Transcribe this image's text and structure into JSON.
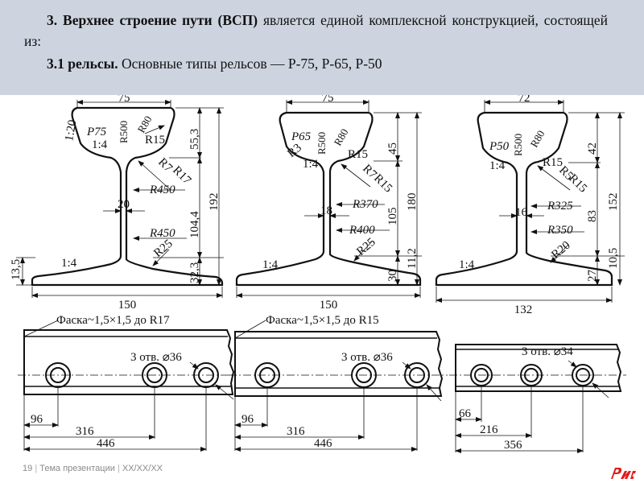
{
  "slide": {
    "intro_bold": "3. Верхнее строение пути (ВСП)",
    "intro_rest": " является единой комплексной конструкцией, состоящей из:",
    "item_bold": "3.1 рельсы.",
    "item_rest": " Основные типы рельсов — Р-75, Р-65, Р-50"
  },
  "rails": [
    {
      "type_label": "P75",
      "head_width": "75",
      "base_width": "150",
      "height": "192",
      "head_height": "55,3",
      "web_height": "104,4",
      "foot_height": "32,3",
      "web_thickness": "20",
      "head_radius": "R500",
      "corner_radius_top": "R80",
      "corner_radius_side": "R15",
      "fillet_a": "R7",
      "fillet_b": "R17",
      "web_radius_upper": "R450",
      "web_radius_lower": "R450",
      "foot_fillet": "R25",
      "head_slope": "1:4",
      "base_slope": "1:4",
      "top_slope": "1:20",
      "edge_height": "13,5"
    },
    {
      "type_label": "P65",
      "head_width": "75",
      "base_width": "150",
      "height": "180",
      "head_height": "45",
      "web_height": "105",
      "foot_height": "30",
      "foot_edge": "11,2",
      "web_thickness": "18",
      "head_radius": "R500",
      "corner_radius_top": "R80",
      "corner_radius_side": "R15",
      "small_radius": "R3",
      "fillet_a": "R7",
      "fillet_b": "R15",
      "web_radius_upper": "R370",
      "web_radius_lower": "R400",
      "foot_fillet": "R25",
      "head_slope": "1:4",
      "base_slope": "1:4"
    },
    {
      "type_label": "P50",
      "head_width": "72",
      "base_width": "132",
      "height": "152",
      "head_height": "42",
      "web_height": "83",
      "foot_height": "27",
      "foot_edge": "10,5",
      "web_thickness": "16",
      "head_radius": "R500",
      "corner_radius_top": "R80",
      "corner_radius_side": "R15",
      "fillet_a": "R5",
      "fillet_b": "R15",
      "web_radius_upper": "R325",
      "web_radius_lower": "R350",
      "foot_fillet": "R20",
      "head_slope": "1:4",
      "base_slope": "1:4"
    }
  ],
  "rail_ends": [
    {
      "chamfer_note": "Фаска~1,5×1,5 до R17",
      "holes_note": "3 отв. ⌀36",
      "dim_first": "96",
      "dim_second": "316",
      "dim_third": "446"
    },
    {
      "chamfer_note": "Фаска~1,5×1,5 до R15",
      "holes_note": "3 отв. ⌀36",
      "dim_first": "96",
      "dim_second": "316",
      "dim_third": "446"
    },
    {
      "chamfer_note": "",
      "holes_note": "3 отв. ⌀34",
      "dim_first": "66",
      "dim_second": "216",
      "dim_third": "356"
    }
  ],
  "footer": {
    "page_number": "19",
    "separator": "|",
    "title": "Тема презентации",
    "date": "XX/XX/XX"
  },
  "colors": {
    "header_bg": "#ced4df",
    "logo_red": "#e21a1a",
    "line": "#111111"
  },
  "icons": {
    "logo": "rzd-logo"
  }
}
